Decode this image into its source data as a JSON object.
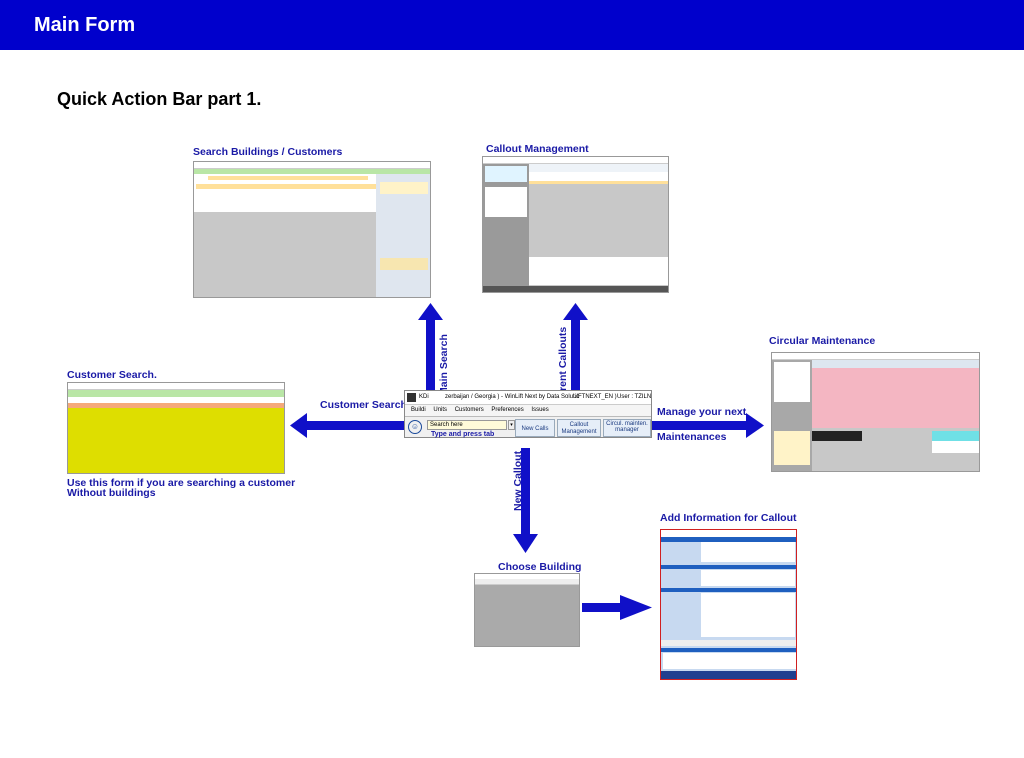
{
  "header": {
    "title": "Main Form"
  },
  "subtitle": "Quick Action Bar part 1.",
  "captions": {
    "search_buildings": "Search Buildings / Customers",
    "callout_management": "Callout Management",
    "circular_maintenance": "Circular Maintenance",
    "customer_search_title": "Customer Search.",
    "customer_search_note_1": "Use this form if you are searching a customer",
    "customer_search_note_2": "Without buildings",
    "add_information": "Add Information for Callout",
    "choose_building": "Choose Building"
  },
  "arrow_labels": {
    "customer_search": "Customer Search",
    "main_search": "Main Search",
    "current_callouts": "Current Callouts",
    "new_callout": "New Callout",
    "manage_next_1": "Manage your next",
    "manage_next_2": "Maintenances"
  },
  "quick_action_bar": {
    "window_title_left": "KDi",
    "window_title_mid": "zerbaijan / Georgia ) - WinLift Next by Data Solutio",
    "window_title_right": "LIFTNEXT_EN )",
    "user_label": "User : TZILNAKI",
    "menu": [
      "Buildi",
      "Units",
      "Customers",
      "Preferences",
      "Issues"
    ],
    "search_placeholder": "Search here",
    "search_hint": "Type and press tab",
    "buttons": {
      "new_calls": "New Calls",
      "callout_management": "Callout Management",
      "circular_maintenance": "Circul. mainten. manager"
    }
  },
  "colors": {
    "header_bg": "#0000cc",
    "caption": "#1a1aa6",
    "arrow": "#1010c8",
    "customer_search_body": "#dede00",
    "circular_highlight": "#f4b6c2"
  }
}
